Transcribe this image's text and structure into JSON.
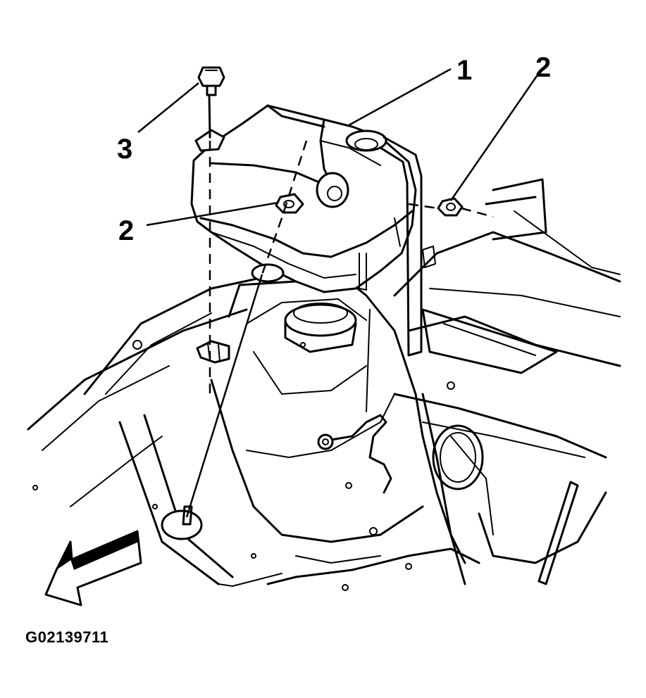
{
  "callouts": {
    "reservoir": "1",
    "nut_right": "2",
    "nut_left": "2",
    "bolt": "3"
  },
  "figure_id": "G02139711",
  "colors": {
    "ink": "#000000",
    "paper": "#ffffff"
  },
  "icons": {
    "front_direction": "front-arrow-icon"
  }
}
